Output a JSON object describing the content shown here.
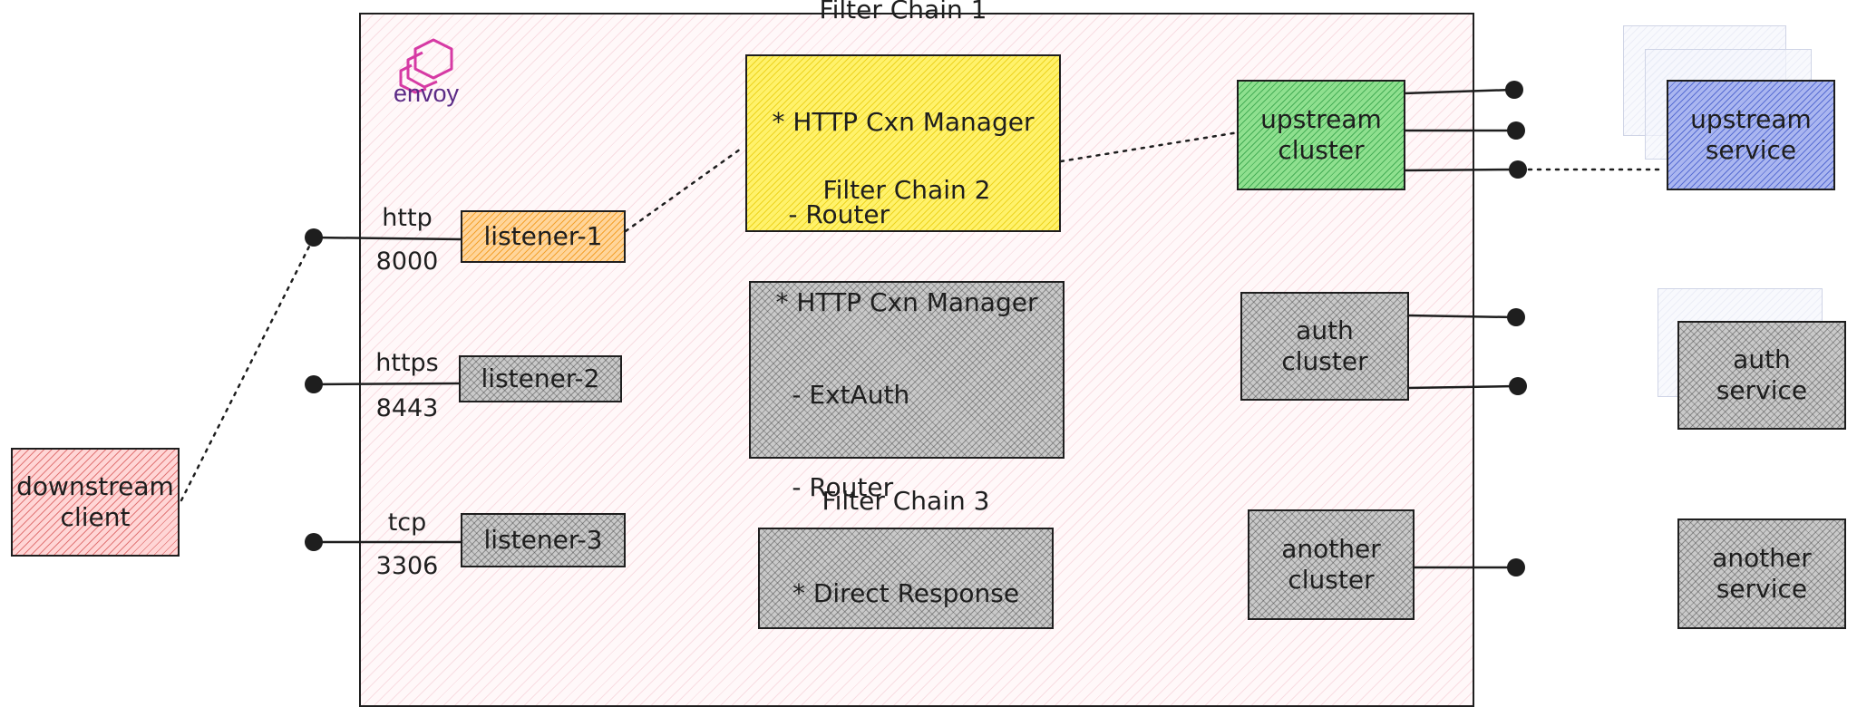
{
  "logo": {
    "text": "envoy",
    "icon": "envoy-logo-icon",
    "color": "#d63aa4"
  },
  "client": {
    "label_line1": "downstream",
    "label_line2": "client"
  },
  "listeners": [
    {
      "name": "listener-1",
      "protocol": "http",
      "port": "8000"
    },
    {
      "name": "listener-2",
      "protocol": "https",
      "port": "8443"
    },
    {
      "name": "listener-3",
      "protocol": "tcp",
      "port": "3306"
    }
  ],
  "filter_chains": [
    {
      "title": "Filter Chain 1",
      "items": [
        "* HTTP Cxn Manager",
        "  - Router"
      ]
    },
    {
      "title": "Filter Chain 2",
      "items": [
        "* HTTP Cxn Manager",
        "  - ExtAuth",
        "  - Router"
      ]
    },
    {
      "title": "Filter Chain 3",
      "items": [
        "* Direct Response"
      ]
    }
  ],
  "clusters": [
    {
      "line1": "upstream",
      "line2": "cluster"
    },
    {
      "line1": "auth",
      "line2": "cluster"
    },
    {
      "line1": "another",
      "line2": "cluster"
    }
  ],
  "services": [
    {
      "line1": "upstream",
      "line2": "service"
    },
    {
      "line1": "auth",
      "line2": "service"
    },
    {
      "line1": "another",
      "line2": "service"
    }
  ],
  "colors": {
    "client": "#ffc9c9",
    "listener_1": "#ffc078",
    "filter_chain_1": "#ffec3d",
    "upstream_cluster": "#69db7c",
    "upstream_service": "#91a7ff",
    "neutral": "#c9c9c9",
    "envoy_frame": "#ffe3e8"
  }
}
